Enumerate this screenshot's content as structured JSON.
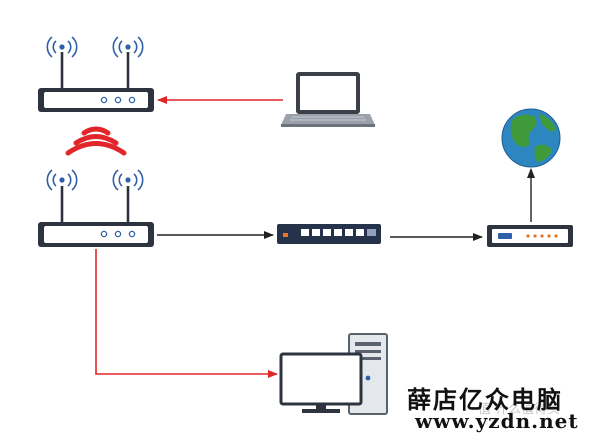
{
  "colors": {
    "device_body": "#2e3340",
    "device_face": "#ffffff",
    "link_red": "#e0262a",
    "link_black": "#222222",
    "wifi_blue": "#2f5fa7",
    "led_orange": "#e8742a",
    "switch_body": "#24324a",
    "ocean": "#2e86c1",
    "land": "#3f9b3a"
  },
  "nodes": [
    {
      "id": "router_top",
      "kind": "wireless-router",
      "icon": "router-icon"
    },
    {
      "id": "laptop",
      "kind": "laptop",
      "icon": "laptop-icon"
    },
    {
      "id": "wifi_signal",
      "kind": "wireless-signal",
      "icon": "wifi-waves-icon"
    },
    {
      "id": "router_main",
      "kind": "wireless-router",
      "icon": "router-icon"
    },
    {
      "id": "switch",
      "kind": "network-switch",
      "icon": "switch-icon"
    },
    {
      "id": "modem",
      "kind": "modem",
      "icon": "modem-icon"
    },
    {
      "id": "internet",
      "kind": "internet-globe",
      "icon": "globe-icon"
    },
    {
      "id": "desktop",
      "kind": "desktop-computer",
      "icon": "desktop-computer-icon"
    }
  ],
  "edges": [
    {
      "from": "laptop",
      "to": "router_top",
      "color": "red"
    },
    {
      "from": "router_main",
      "to": "switch",
      "color": "black"
    },
    {
      "from": "switch",
      "to": "modem",
      "color": "black"
    },
    {
      "from": "modem",
      "to": "internet",
      "color": "black"
    },
    {
      "from": "router_main",
      "to": "desktop",
      "color": "red"
    }
  ],
  "watermark": {
    "chinese": "薛店亿众电脑",
    "url": "www.yzdn.net",
    "faint": "值 什么值得买"
  }
}
